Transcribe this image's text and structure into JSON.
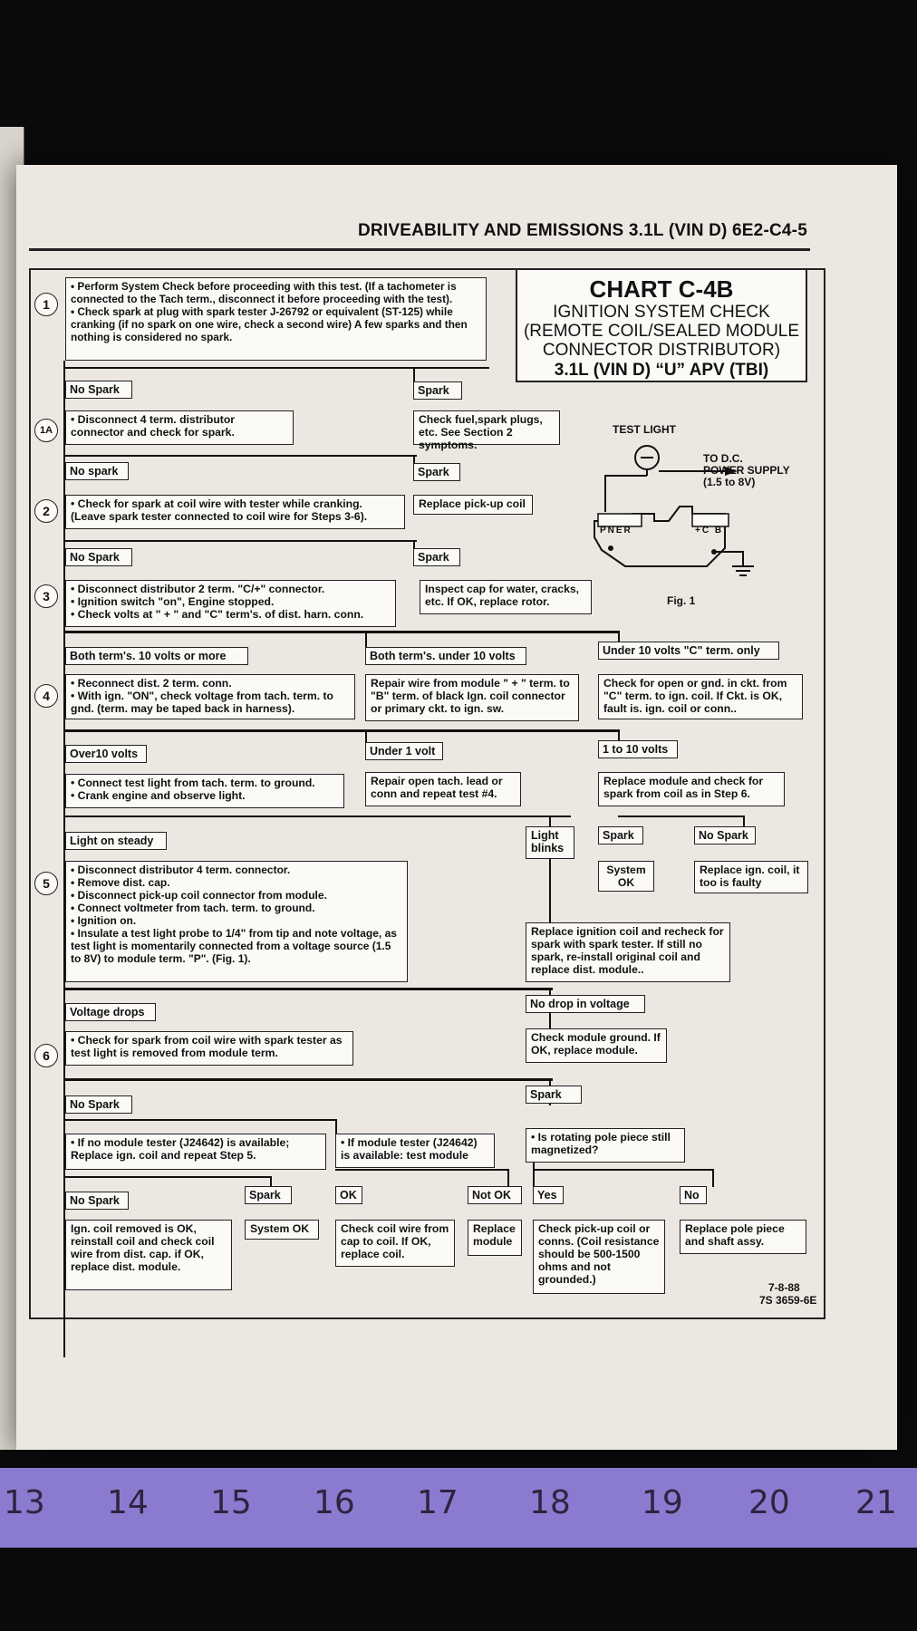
{
  "header": {
    "title": "DRIVEABILITY AND EMISSIONS 3.1L (VIN D) 6E2-C4-5"
  },
  "chart_title": {
    "line1": "CHART C-4B",
    "line2": "IGNITION SYSTEM CHECK",
    "line3": "(REMOTE COIL/SEALED MODULE",
    "line4": "CONNECTOR DISTRIBUTOR)",
    "line5": "3.1L (VIN D) “U” APV (TBI)"
  },
  "steps": {
    "s1": "1",
    "s1a": "1A",
    "s2": "2",
    "s3": "3",
    "s4": "4",
    "s5": "5",
    "s6": "6"
  },
  "boxes": {
    "step1": "• Perform System Check before proceeding with this test. (If a tachometer is connected to the Tach term., disconnect it before proceeding with the test).\n• Check spark at plug with spark tester J-26792 or equivalent (ST-125) while cranking (if no spark on one wire, check a second wire) A few sparks and then nothing is considered no spark.",
    "step1a": "• Disconnect 4 term. distributor connector and check for spark.",
    "fuel": "Check fuel,spark plugs, etc. See Section 2 symptoms.",
    "step2": "• Check for spark at coil wire with tester while cranking. (Leave spark tester connected to coil wire for Steps 3-6).",
    "pickup": "Replace pick-up coil",
    "step3": "• Disconnect distributor 2 term. \"C/+\" connector.\n• Ignition switch \"on\", Engine stopped.\n• Check volts at \" + \" and \"C\" term's. of dist. harn. conn.",
    "inspect": "Inspect cap for water, cracks, etc. If OK, replace rotor.",
    "step4": "• Reconnect dist. 2 term. conn.\n• With ign. \"ON\", check voltage from tach. term. to gnd. (term. may be taped back in harness).",
    "repair_wire": "Repair wire from module \" + \" term. to \"B\" term. of black Ign. coil connector or primary ckt. to ign. sw.",
    "check_open": "Check for open or gnd. in ckt. from \"C\" term. to ign. coil. If Ckt. is OK, fault is. ign. coil or conn..",
    "test_light": "• Connect test light from tach. term. to ground.\n• Crank engine and observe light.",
    "repair_tach": "Repair open tach. lead or conn and repeat test #4.",
    "replace_module": "Replace module and check for spark from coil as in Step 6.",
    "system_ok_a": "System OK",
    "replace_coil_a": "Replace ign. coil, it too is faulty",
    "step5": "• Disconnect distributor 4 term. connector.\n• Remove dist. cap.\n• Disconnect pick-up coil connector from module.\n• Connect voltmeter from tach. term. to ground.\n• Ignition on.\n• Insulate a test light probe to 1/4\" from tip and note voltage, as test light is momentarily connected from a voltage source (1.5 to 8V) to module term. \"P\". (Fig. 1).",
    "replace_ign_coil": "Replace ignition coil and recheck for spark with spark tester. If still no spark, re-install original coil and replace dist. module..",
    "step6": "• Check for spark from coil wire with spark tester as test light is removed from module term.",
    "check_ground": "Check module ground. If OK, replace module.",
    "no_tester": "• If no module tester (J24642) is available; Replace ign. coil and repeat Step 5.",
    "tester": "• If module tester (J24642) is available: test module",
    "pole": "• Is rotating pole piece still magnetized?",
    "coil_removed": "Ign. coil removed is OK, reinstall coil and check coil wire from dist. cap. if OK, replace dist. module.",
    "system_ok_b": "System OK",
    "check_coil_wire": "Check coil wire from cap to coil. If OK, replace coil.",
    "replace_module_b": "Replace module",
    "check_pickup": "Check pick-up coil or conns. (Coil resistance should be 500-1500 ohms and not grounded.)",
    "replace_pole": "Replace pole piece and shaft assy."
  },
  "labels": {
    "no_spark_1": "No Spark",
    "spark_1": "Spark",
    "no_spark_1a": "No spark",
    "spark_1a": "Spark",
    "no_spark_2": "No Spark",
    "spark_2": "Spark",
    "both10": "Both term's. 10 volts or more",
    "bothunder": "Both term's. under 10 volts",
    "under10c": "Under 10 volts \"C\" term. only",
    "over10": "Over10 volts",
    "under1": "Under 1 volt",
    "one_to_ten": "1 to 10 volts",
    "light_steady": "Light on steady",
    "light_blinks": "Light blinks",
    "spark_a": "Spark",
    "no_spark_a": "No Spark",
    "voltage_drops": "Voltage drops",
    "no_drop": "No drop in voltage",
    "no_spark_6": "No Spark",
    "spark_6": "Spark",
    "no_spark_7": "No Spark",
    "spark_7": "Spark",
    "ok": "OK",
    "not_ok": "Not OK",
    "yes": "Yes",
    "no": "No"
  },
  "figure": {
    "test_light": "TEST LIGHT",
    "to_dc": "TO D.C.\nPOWER SUPPLY\n(1.5 to 8V)",
    "pner": "PNER",
    "cb": "+C B",
    "fig": "Fig. 1"
  },
  "footer": {
    "date": "7-8-88",
    "code": "7S 3659-6E"
  },
  "ruler": [
    "13",
    "14",
    "15",
    "16",
    "17",
    "18",
    "19",
    "20",
    "21"
  ]
}
